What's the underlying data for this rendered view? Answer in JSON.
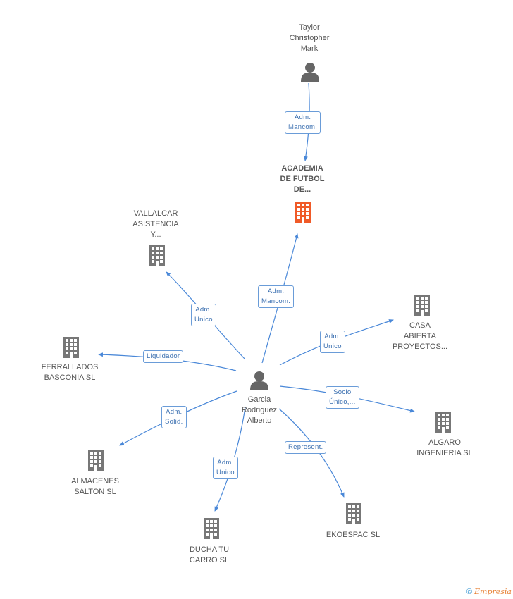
{
  "nodes": {
    "taylor": {
      "label": "Taylor\nChristopher\nMark"
    },
    "academia": {
      "label": "ACADEMIA\nDE FUTBOL\nDE..."
    },
    "vallalcar": {
      "label": "VALLALCAR\nASISTENCIA\nY..."
    },
    "casa": {
      "label": "CASA\nABIERTA\nPROYECTOS..."
    },
    "ferrallados": {
      "label": "FERRALLADOS\nBASCONIA SL"
    },
    "garcia": {
      "label": "Garcia\nRodriguez\nAlberto"
    },
    "algaro": {
      "label": "ALGARO\nINGENIERIA  SL"
    },
    "almacenes": {
      "label": "ALMACENES\nSALTON  SL"
    },
    "ducha": {
      "label": "DUCHA TU\nCARRO  SL"
    },
    "ekoespac": {
      "label": "EKOESPAC SL"
    }
  },
  "edges": {
    "taylor_academia": "Adm.\nMancom.",
    "garcia_academia": "Adm.\nMancom.",
    "garcia_vallalcar": "Adm.\nUnico",
    "garcia_casa": "Adm.\nUnico",
    "garcia_ferrallados": "Liquidador",
    "garcia_algaro": "Socio\nÚnico,...",
    "garcia_almacenes": "Adm.\nSolid.",
    "garcia_ducha": "Adm.\nUnico",
    "garcia_ekoespac": "Represent."
  },
  "footer": {
    "copyright": "©",
    "brand": "Empresia"
  },
  "colors": {
    "edge": "#4a88d8",
    "company_icon": "#777777",
    "highlight_icon": "#f05a28",
    "person_icon": "#666666"
  }
}
